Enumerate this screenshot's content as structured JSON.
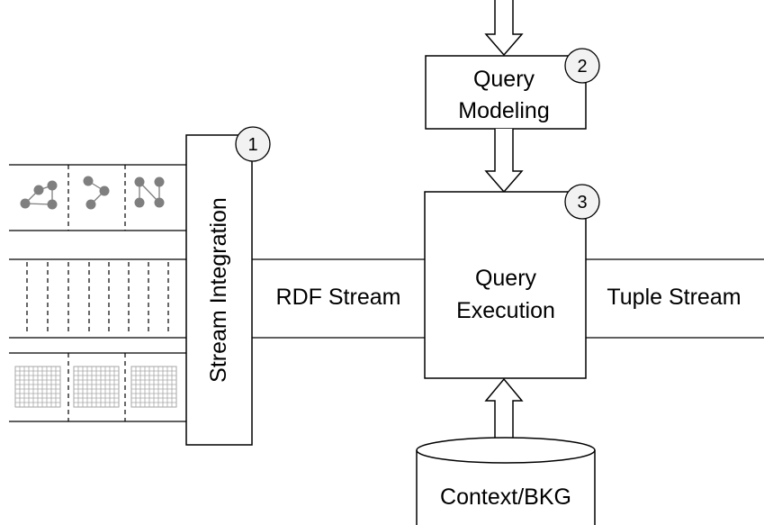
{
  "blocks": {
    "stream_integration": {
      "label": "Stream Integration",
      "badge": "1"
    },
    "query_modeling": {
      "line1": "Query",
      "line2": "Modeling",
      "badge": "2"
    },
    "query_execution": {
      "line1": "Query",
      "line2": "Execution",
      "badge": "3"
    },
    "context": {
      "label": "Context/BKG"
    }
  },
  "streams": {
    "rdf": "RDF Stream",
    "tuple": "Tuple Stream"
  },
  "colors": {
    "stroke": "#000000",
    "node": "#7f7f7f",
    "grid": "#a6a6a6",
    "badge_fill": "#f2f2f2"
  }
}
